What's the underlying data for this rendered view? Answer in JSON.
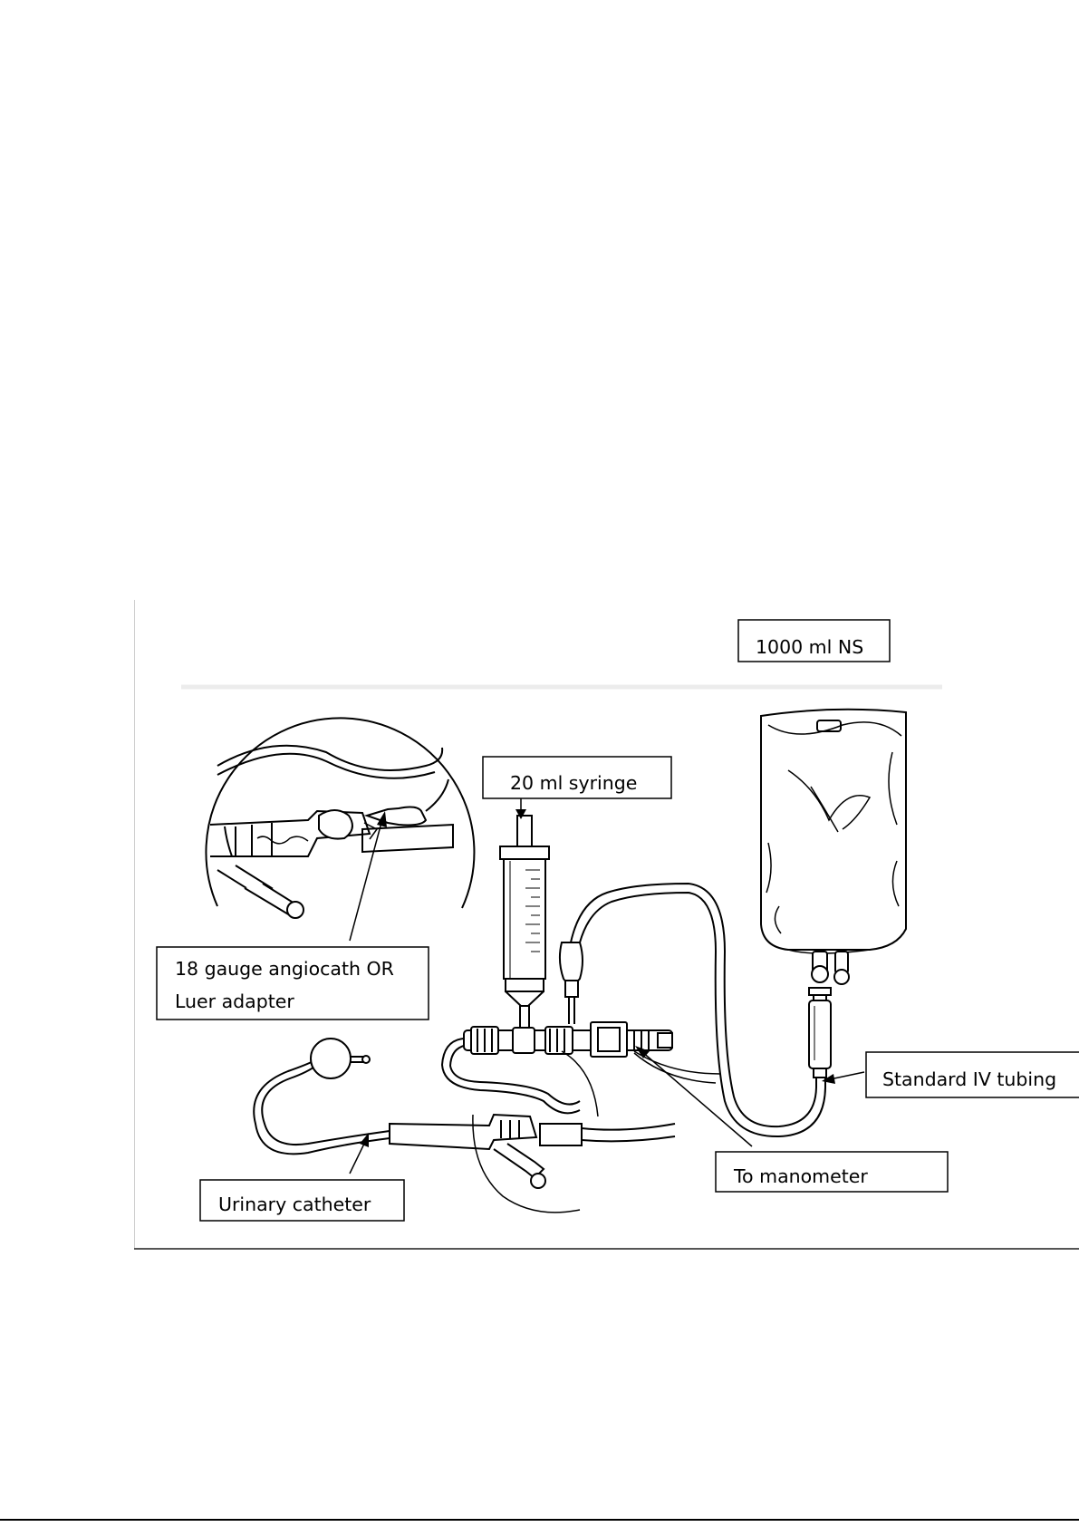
{
  "diagram": {
    "labels": {
      "iv_bag": "1000 ml NS",
      "syringe": "20 ml syringe",
      "angiocath": "18 gauge angiocath OR",
      "angiocath_line2": "Luer  adapter",
      "iv_tubing": "Standard IV tubing",
      "manometer": "To manometer",
      "catheter": "Urinary catheter"
    }
  }
}
